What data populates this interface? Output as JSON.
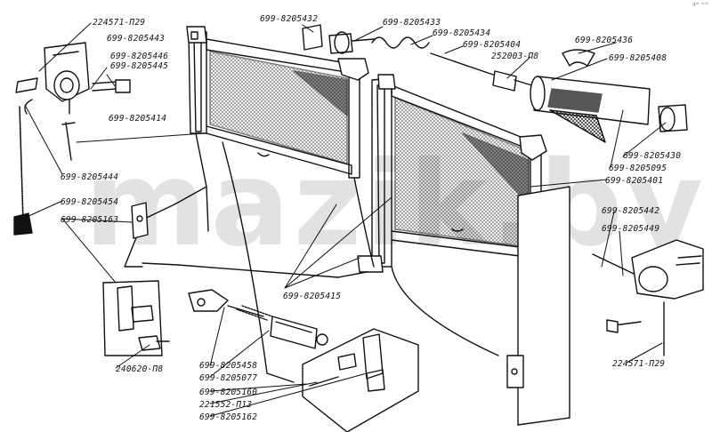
{
  "watermark": "mazik.by",
  "corner_mark": "4ᵈᵗ ʰʰᴹ",
  "labels": [
    "224571-П29",
    "699-8205443",
    "699-8205446",
    "699-8205445",
    "699-8205414",
    "699-8205444",
    "699-8205454",
    "699-8205163",
    "240620-П8",
    "699-8205432",
    "699-8205433",
    "699-8205434",
    "699-8205404",
    "252003-П8",
    "699-8205436",
    "699-8205408",
    "699-8205430",
    "699-8205095",
    "699-8205401",
    "699-8205442",
    "699-8205449",
    "224571-П29",
    "699-8205415",
    "699-8205458",
    "699-8205077",
    "699-8205160",
    "221552-П13",
    "699-8205162"
  ]
}
